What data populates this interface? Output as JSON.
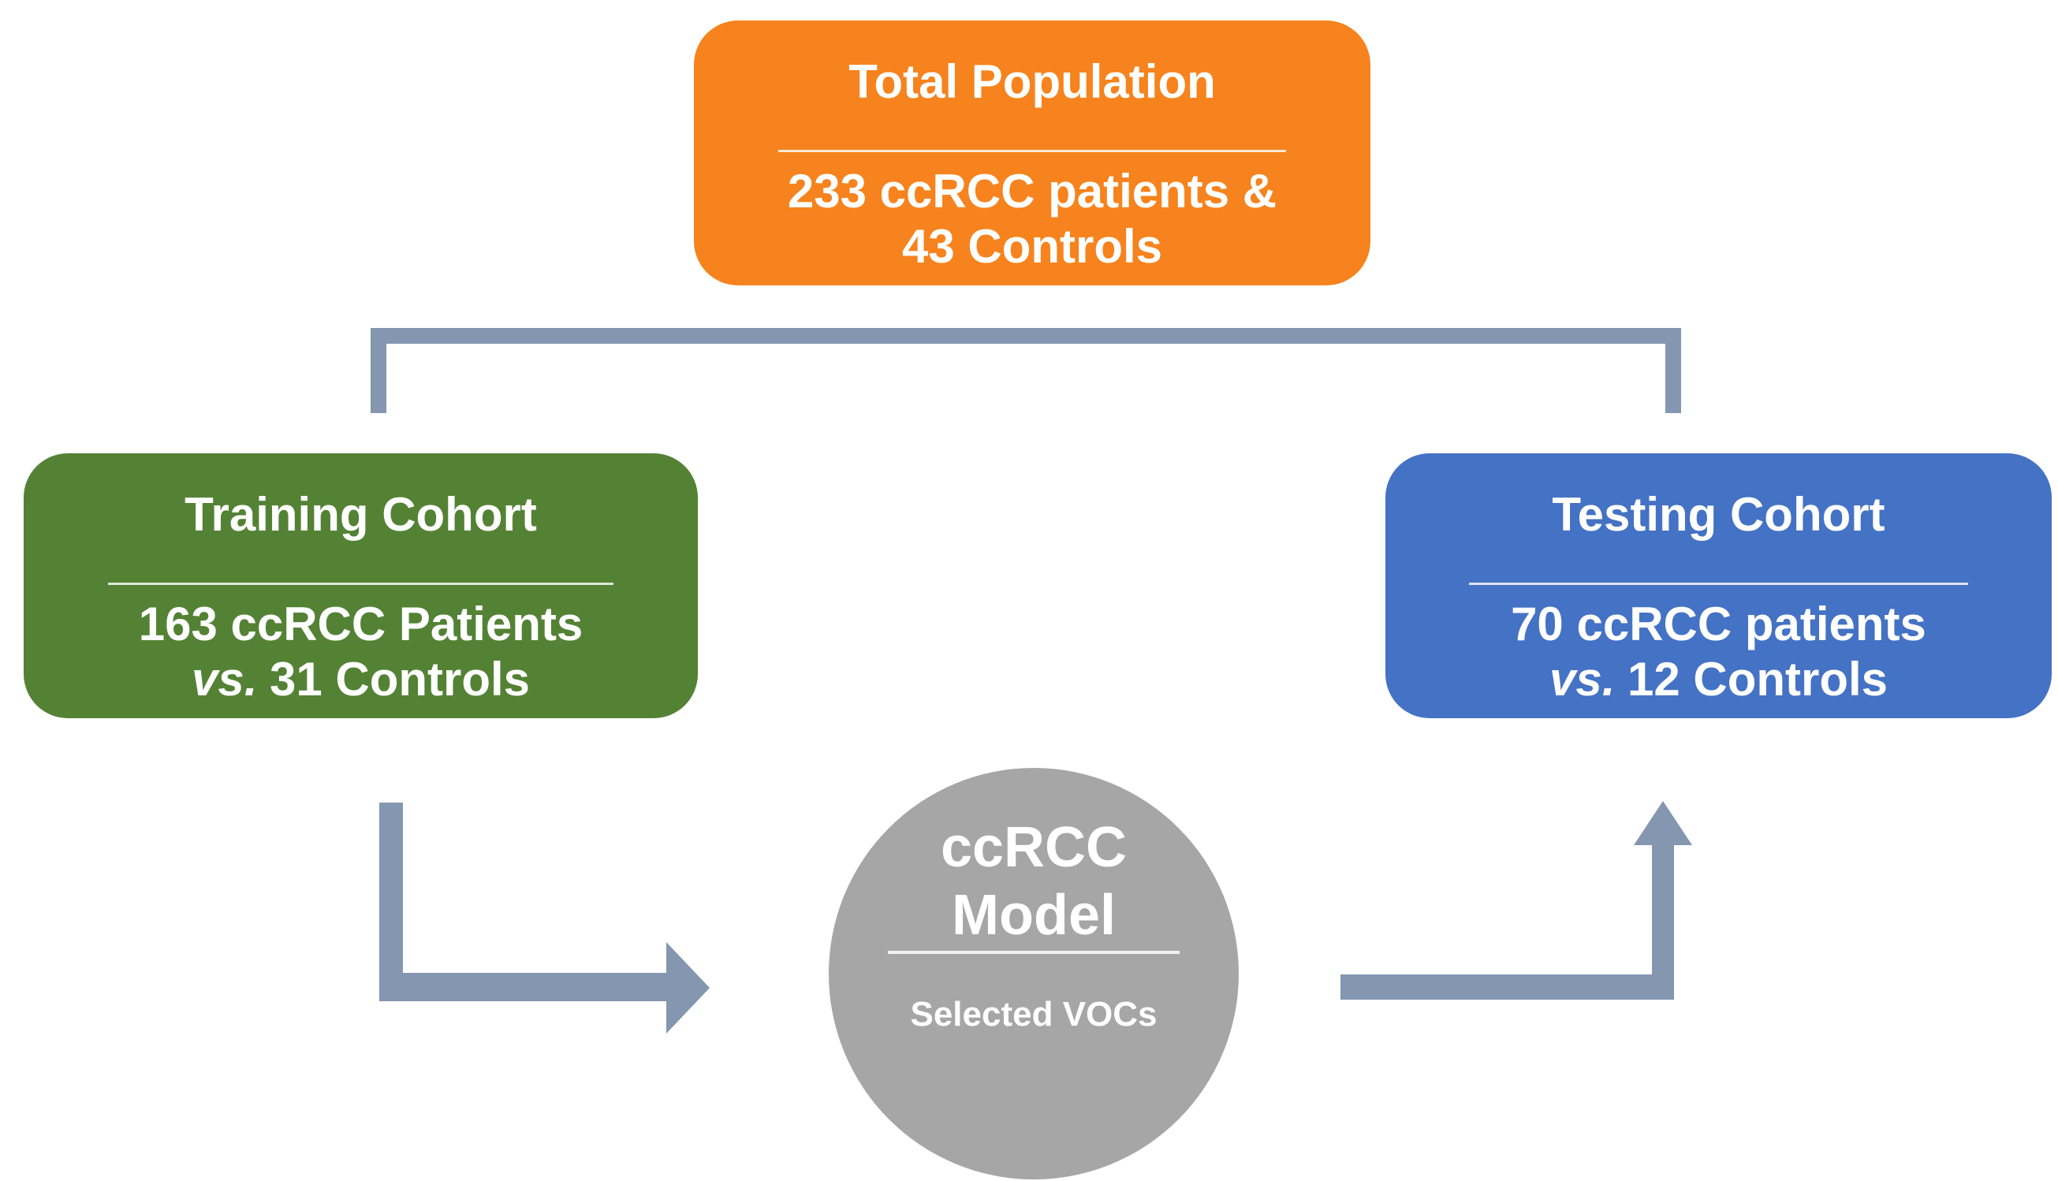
{
  "figure": {
    "background_color": "#ffffff",
    "connector_color": "#8496B0",
    "boxes": {
      "total_population": {
        "title": "Total Population",
        "line1": "233 ccRCC patients &",
        "line2": "43 Controls",
        "fill": "#F6831D",
        "text_color": "#ffffff"
      },
      "training_cohort": {
        "title": "Training Cohort",
        "line1": "163 ccRCC Patients",
        "vs": "vs.",
        "line2_rest": "31 Controls",
        "fill": "#548235",
        "text_color": "#ffffff"
      },
      "testing_cohort": {
        "title": "Testing Cohort",
        "line1": "70 ccRCC patients",
        "vs": "vs.",
        "line2_rest": "12 Controls",
        "fill": "#4472C4",
        "text_color": "#ffffff"
      }
    },
    "model_circle": {
      "title_line1": "ccRCC",
      "title_line2": "Model",
      "subtitle": "Selected VOCs",
      "fill": "#A6A6A6",
      "text_color": "#ffffff"
    }
  }
}
